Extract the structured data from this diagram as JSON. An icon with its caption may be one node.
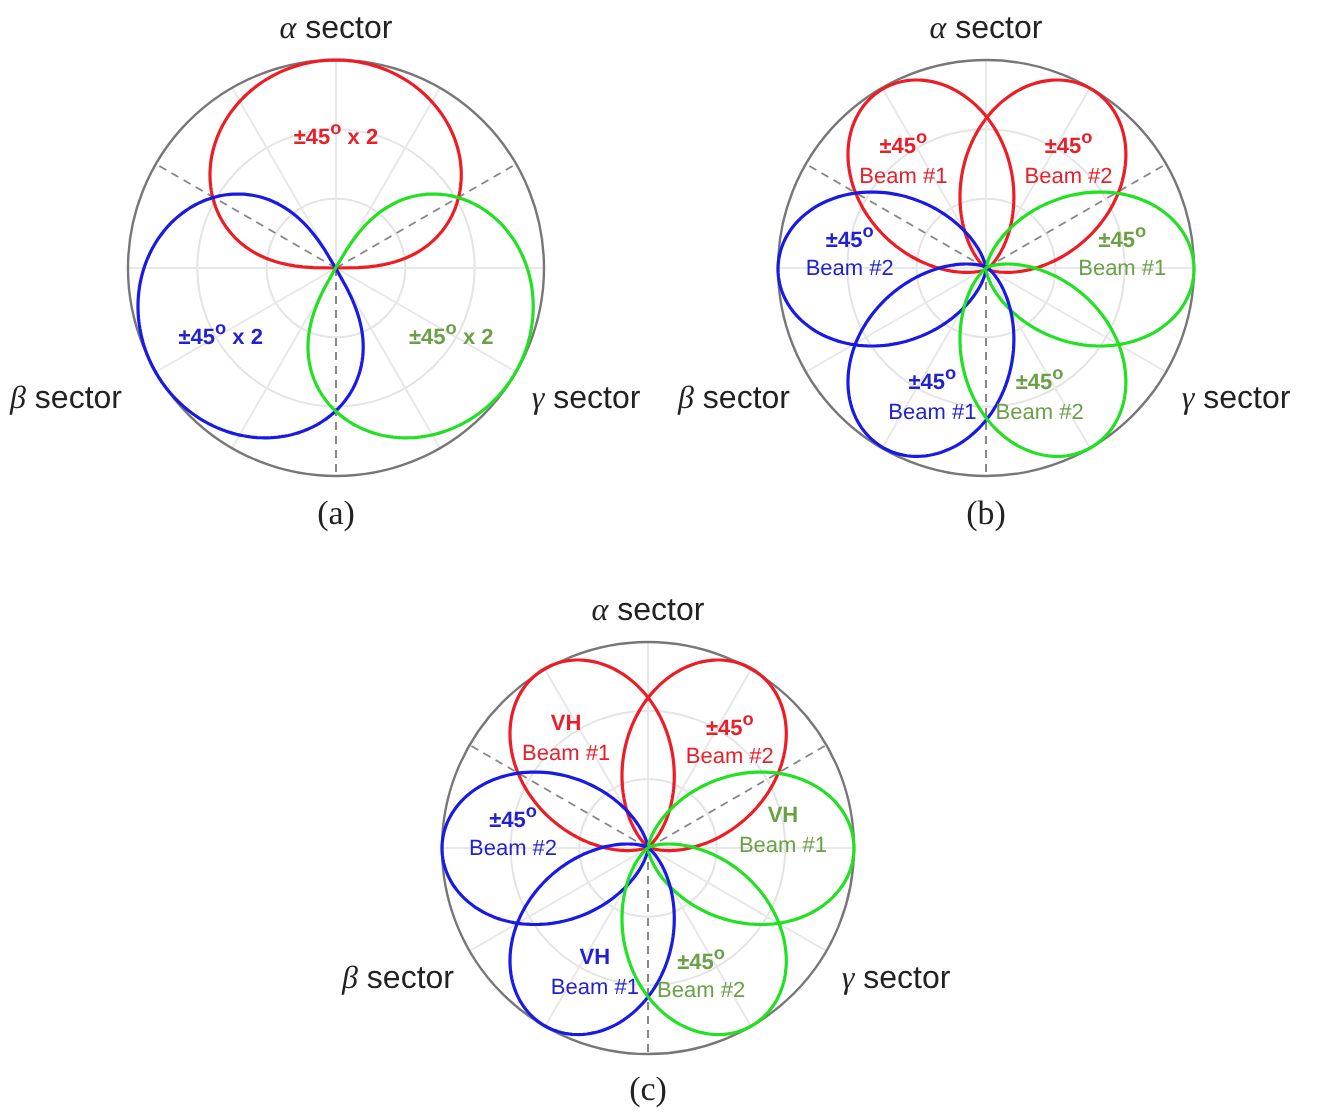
{
  "diagram": {
    "nodes": [
      {
        "text": [
          "±45$^{o}$ x 2"
        ]
      },
      {
        "text": [
          "±45$^{o}$ x 2"
        ]
      },
      {
        "text": [
          "±45$^{o}$ x 2"
        ]
      },
      {
        "text": [
          "±45$^{o}$",
          "Beam #1"
        ]
      },
      {
        "text": [
          "±45$^{o}$",
          "Beam #2"
        ]
      },
      {
        "text": [
          "±45$^{o}$",
          "Beam #2"
        ]
      },
      {
        "text": [
          "±45$^{o}$",
          "Beam #1"
        ]
      },
      {
        "text": [
          "±45$^{o}$",
          "Beam #1"
        ]
      },
      {
        "text": [
          "±45$^{o}$",
          "Beam #2"
        ]
      },
      {
        "text": [
          "VH",
          "Beam #1"
        ]
      },
      {
        "text": [
          "±45$^{o}$",
          "Beam #2"
        ]
      },
      {
        "text": [
          "±45$^{o}$",
          "Beam #2"
        ]
      },
      {
        "text": [
          "VH",
          "Beam #1"
        ]
      },
      {
        "text": [
          "VH",
          "Beam #1"
        ]
      },
      {
        "text": [
          "±45$^{o}$",
          "Beam #2"
        ]
      }
    ],
    "labels": [
      "*α* sector",
      "*β* sector",
      "*γ* sector",
      "(a)",
      "*α* sector",
      "*β* sector",
      "*γ* sector",
      "(b)",
      "*α* sector",
      "*β* sector",
      "*γ* sector",
      "(c)"
    ]
  }
}
